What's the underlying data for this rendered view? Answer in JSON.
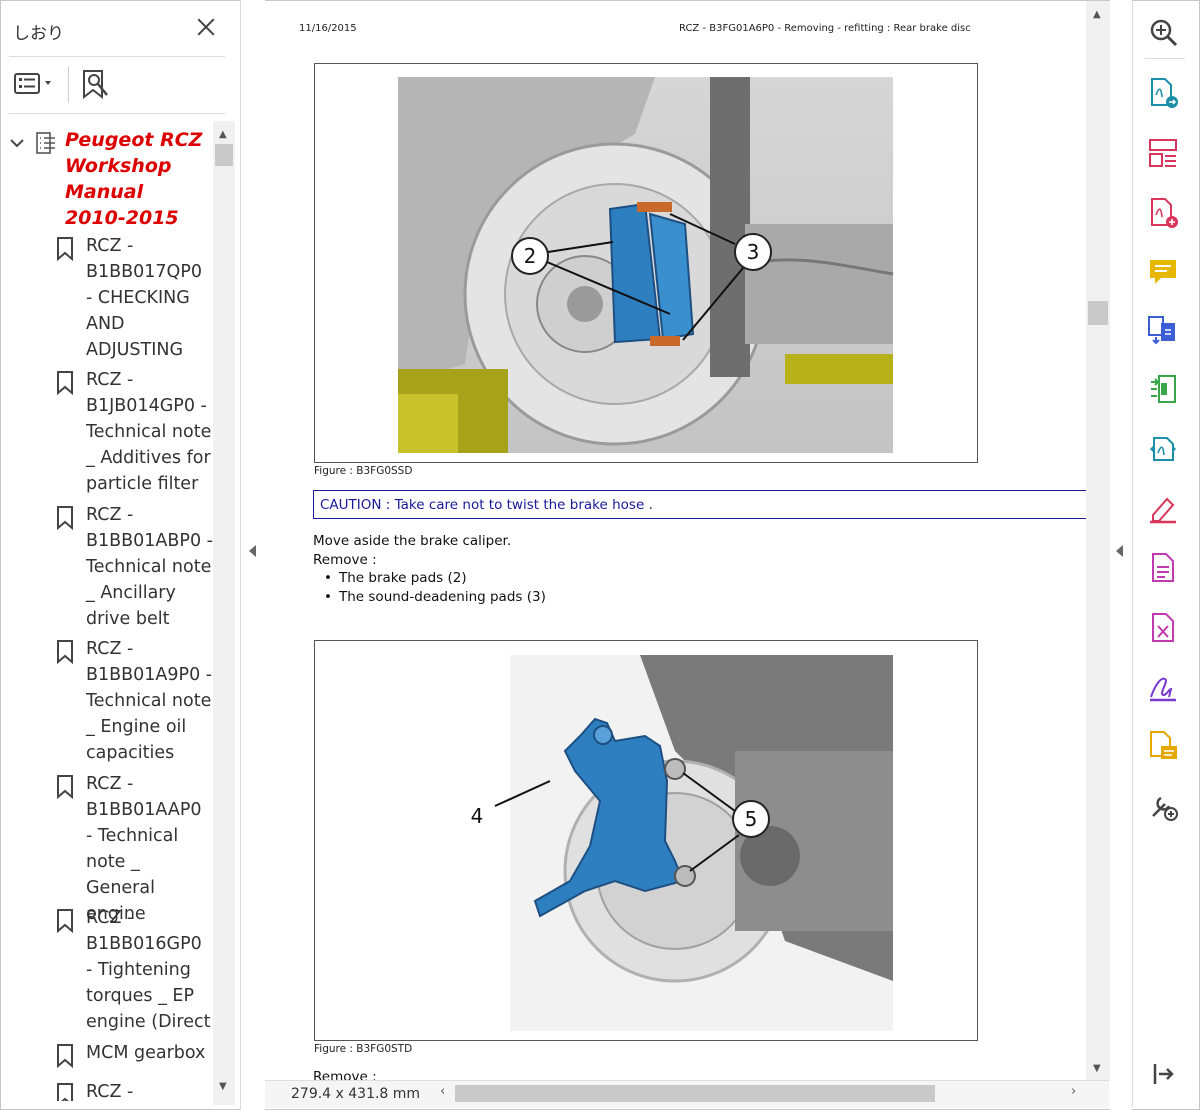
{
  "sidebar": {
    "title": "しおり",
    "root": {
      "label": "Peugeot RCZ Workshop Manual 2010-2015"
    },
    "bookmarks": [
      {
        "label": "RCZ - B1BB017QP0 - CHECKING AND ADJUSTING"
      },
      {
        "label": "RCZ - B1JB014GP0 - Technical note _ Additives for particle filter"
      },
      {
        "label": "RCZ - B1BB01ABP0 - Technical note _ Ancillary drive belt"
      },
      {
        "label": "RCZ - B1BB01A9P0 - Technical note _ Engine oil capacities"
      },
      {
        "label": "RCZ - B1BB01AAP0 - Technical note _ General engine"
      },
      {
        "label": "RCZ - B1BB016GP0 - Tightening torques _ EP engine (Direct"
      },
      {
        "label": "MCM gearbox"
      },
      {
        "label": "RCZ -"
      }
    ]
  },
  "document": {
    "header_date": "11/16/2015",
    "header_title": "RCZ - B3FG01A6P0 - Removing - refitting : Rear brake disc",
    "figure1": {
      "caption": "Figure : B3FG0SSD",
      "callouts": [
        "2",
        "3"
      ]
    },
    "caution": {
      "text": "CAUTION : Take care not to twist the brake hose",
      "suffix": "."
    },
    "instructions": {
      "move": "Move aside the brake caliper.",
      "remove_label": "Remove :",
      "items": [
        "The brake pads (2)",
        "The sound-deadening pads (3)"
      ]
    },
    "figure2": {
      "caption": "Figure : B3FG0STD",
      "callouts": [
        "4",
        "5"
      ]
    },
    "remove_label2": "Remove :"
  },
  "status": {
    "page_size": "279.4 x 431.8 mm"
  },
  "colors": {
    "root_bookmark": "#dd0000",
    "caution": "#1a1a9a",
    "part_highlight": "#2e7fc0",
    "support_yellow": "#b7b21a"
  },
  "tools": [
    "zoom-icon",
    "export-pdf-icon",
    "organize-pages-icon",
    "create-pdf-icon",
    "comment-icon",
    "combine-files-icon",
    "compress-icon",
    "convert-icon",
    "fill-sign-icon",
    "export-doc-icon",
    "export-excel-icon",
    "request-signature-icon",
    "scan-icon",
    "more-tools-icon",
    "collapse-rail-icon"
  ]
}
